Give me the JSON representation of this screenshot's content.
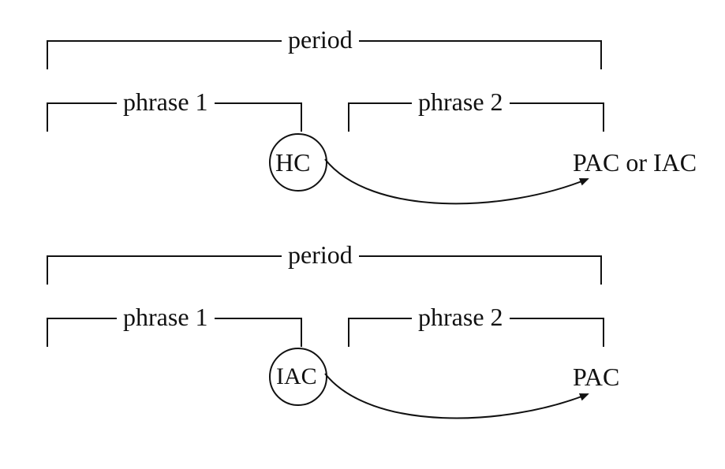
{
  "diagrams": [
    {
      "period_label": "period",
      "phrase1_label": "phrase 1",
      "phrase2_label": "phrase 2",
      "circled_cadence": "HC",
      "target_cadence": "PAC or IAC"
    },
    {
      "period_label": "period",
      "phrase1_label": "phrase 1",
      "phrase2_label": "phrase 2",
      "circled_cadence": "IAC",
      "target_cadence": "PAC"
    }
  ]
}
